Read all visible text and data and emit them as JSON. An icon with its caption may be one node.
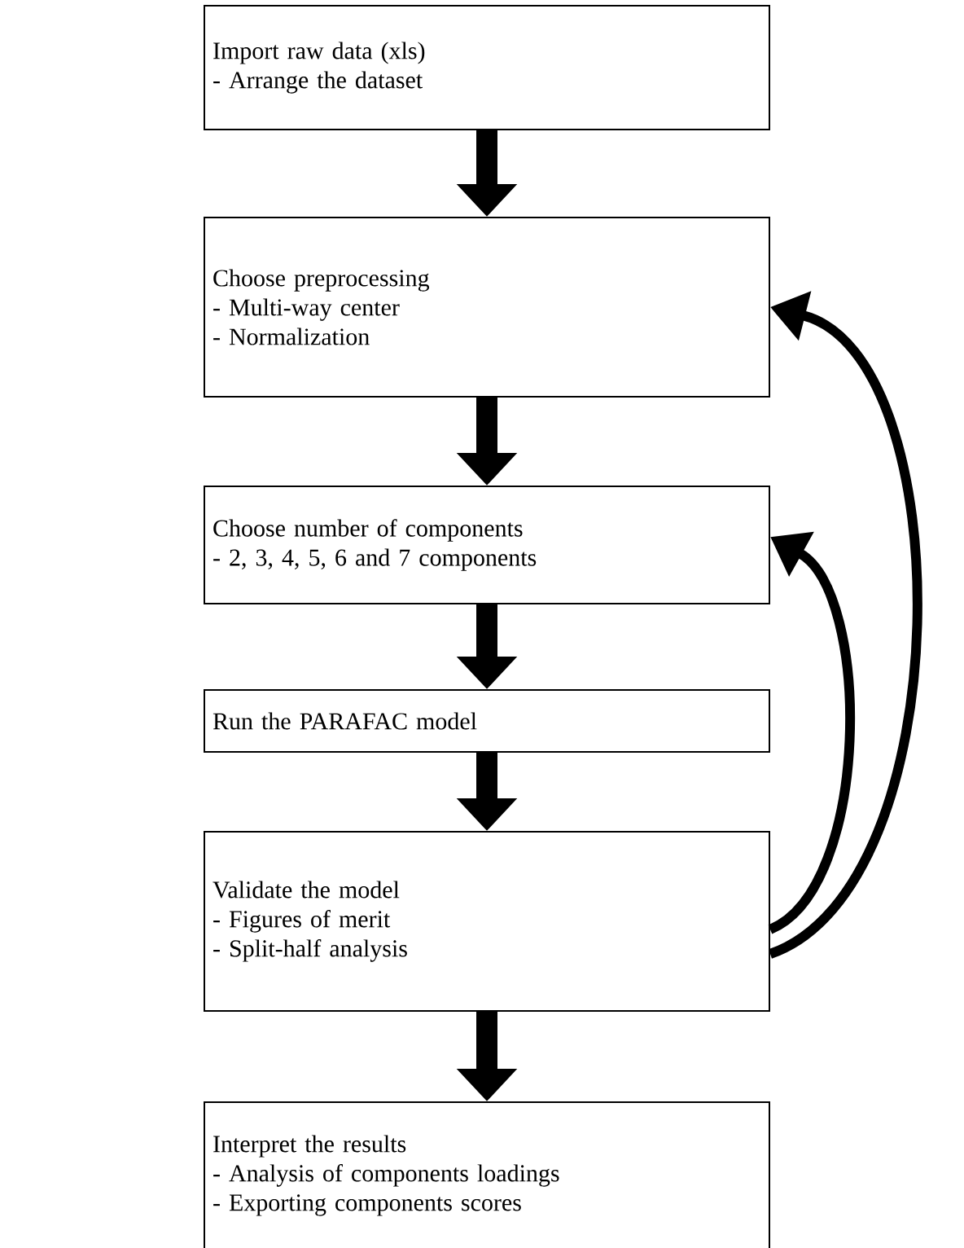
{
  "diagram": {
    "nodes": [
      {
        "text": [
          "Import raw data (xls)",
          "- Arrange the dataset"
        ]
      },
      {
        "text": [
          "Choose preprocessing",
          "- Multi-way center",
          "- Normalization"
        ]
      },
      {
        "text": [
          "Choose number of components",
          "- 2, 3, 4, 5, 6 and 7 components"
        ]
      },
      {
        "text": [
          "Run the PARAFAC model"
        ]
      },
      {
        "text": [
          "Validate the model",
          "- Figures of merit",
          "- Split-half analysis"
        ]
      },
      {
        "text": [
          "Interpret the results",
          "- Analysis of components loadings",
          "- Exporting components scores"
        ]
      }
    ],
    "edges": [
      {
        "from": 0,
        "to": 1,
        "arrow": "to"
      },
      {
        "from": 1,
        "to": 2,
        "arrow": "to"
      },
      {
        "from": 2,
        "to": 3,
        "arrow": "to"
      },
      {
        "from": 3,
        "to": 4,
        "arrow": "to"
      },
      {
        "from": 4,
        "to": 5,
        "arrow": "to"
      },
      {
        "from": 4,
        "to": 1,
        "arrow": "to"
      },
      {
        "from": 4,
        "to": 2,
        "arrow": "to"
      }
    ]
  }
}
